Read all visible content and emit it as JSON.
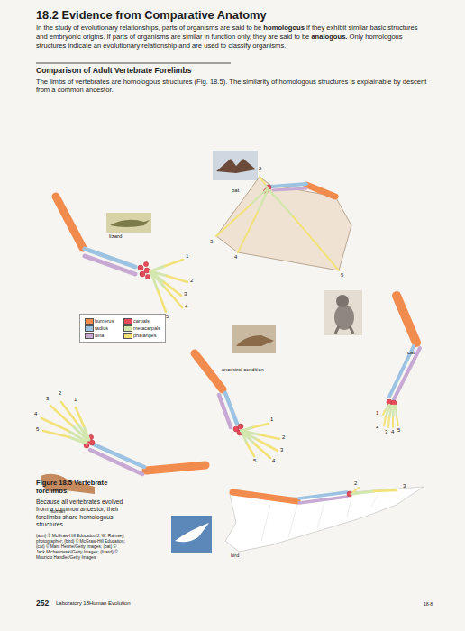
{
  "diagram": {
    "title": "18.2 Evidence from Comparative Anatomy",
    "caption": "Figure 18.5 Vertebrate forelimbs.",
    "labels": [
      "In the study of evolutionary relationships, parts of organisms are said to be",
      "homologous",
      "if they exhibit similar basic structures and embryonic origins. If parts of organisms are similar in function only, they are said to be",
      "analogous.",
      "Only homologous structures indicate an evolutionary relationship and are used to classify organisms.",
      "Comparison of Adult Vertebrate Forelimbs",
      "The limbs of vertebrates are homologous structures (Fig. 18.5). The similarity of homologous structures is explainable by descent from a common ancestor.",
      "bat",
      "2",
      "3",
      "4",
      "5",
      "lizard",
      "1",
      "2",
      "3",
      "4",
      "5",
      "cat",
      "1",
      "2",
      "3",
      "4",
      "5",
      "ancestral condition",
      "1",
      "2",
      "3",
      "4",
      "5",
      "3",
      "2",
      "1",
      "4",
      "5",
      "human",
      "2",
      "3",
      "bird",
      "Because all vertebrates evolved from a common ancestor, their forelimbs share homologous structures.",
      "(arm) © McGraw-Hill Education/J. W. Ramsey, photographer; (bird) © McGraw-Hill Education; (cat) © Marc Henrie/Getty Images; (bat) © Jack Michanowski/Getty Images; (lizard) © Mauricio Handler/Getty Images",
      "252",
      "Laboratory 18",
      "Human Evolution",
      "18-8"
    ],
    "legend": [
      {
        "text": "humerus",
        "color": "#f28c4e"
      },
      {
        "text": "radius",
        "color": "#9cc3e2"
      },
      {
        "text": "ulna",
        "color": "#c7a9d3"
      },
      {
        "text": "carpals",
        "color": "#e94b5a"
      },
      {
        "text": "metacarpals",
        "color": "#d3e6ad"
      },
      {
        "text": "phalanges",
        "color": "#f3e27a"
      }
    ]
  }
}
